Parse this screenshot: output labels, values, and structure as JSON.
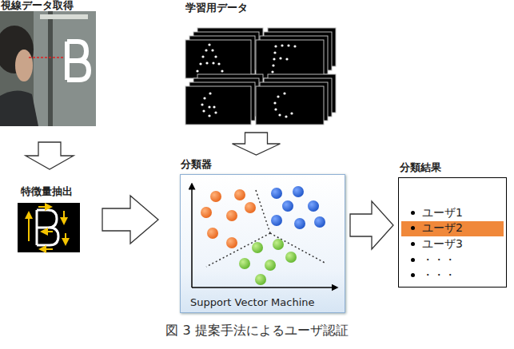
{
  "diagram": {
    "caption": "図 3 提案手法によるユーザ認証",
    "nodes": [
      {
        "text": [
          "視線データ取得"
        ]
      },
      {
        "text": [
          "学習用データ"
        ]
      },
      {
        "text": [
          "特徴量抽出"
        ]
      },
      {
        "text": [
          "分類器",
          "Support Vector Machine"
        ]
      },
      {
        "text": [
          "分類結果",
          "ユーザ1",
          "ユーザ2",
          "ユーザ3",
          "・・・",
          "・・・"
        ]
      }
    ],
    "edges": [
      {
        "from": 0,
        "to": 2,
        "arrow": "to"
      },
      {
        "from": 1,
        "to": 3,
        "arrow": "to"
      },
      {
        "from": 2,
        "to": 3,
        "arrow": "to"
      },
      {
        "from": 3,
        "to": 4,
        "arrow": "to"
      }
    ]
  }
}
